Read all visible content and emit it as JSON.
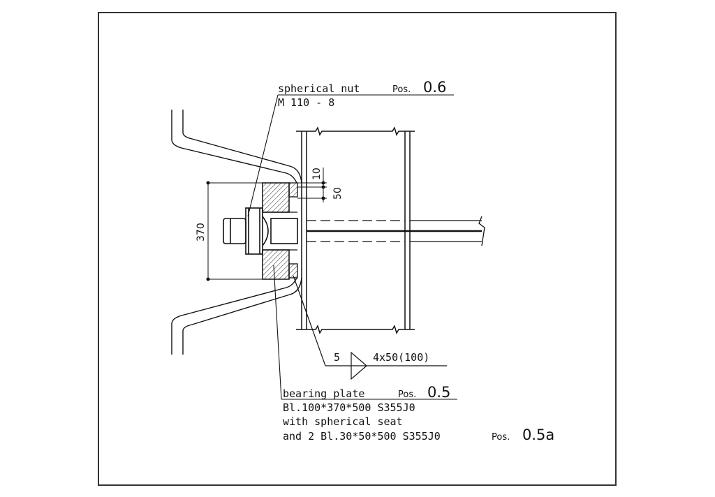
{
  "nut_label": {
    "name": "spherical nut",
    "pos_prefix": "Pos.",
    "pos_number": "0.6",
    "spec": "M 110 - 8"
  },
  "dimensions": {
    "plate_height": "370",
    "gap_top": "10",
    "gap_second": "50"
  },
  "weld": {
    "size": "5",
    "spec": "4x50(100)"
  },
  "plate_label": {
    "name": "bearing plate",
    "pos_prefix": "Pos.",
    "pos_number": "0.5",
    "spec": "Bl.100*370*500   S355J0",
    "line2": "with spherical seat",
    "line3": "and 2 Bl.30*50*500 S355J0",
    "line3_pos_prefix": "Pos.",
    "line3_pos_number": "0.5a"
  }
}
